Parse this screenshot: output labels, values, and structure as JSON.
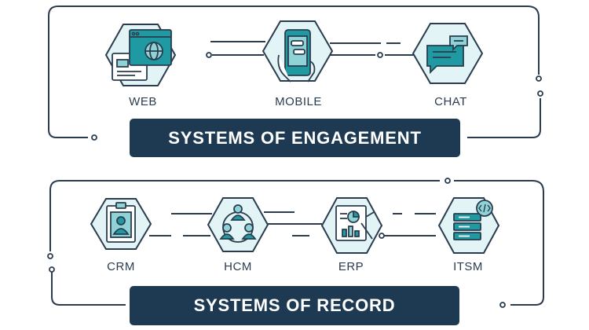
{
  "colors": {
    "navy": "#1e3a52",
    "teal": "#1f9aa3",
    "light_teal": "#8fd3d6",
    "pale_teal": "#e2f4f5",
    "line": "#2a3c4e"
  },
  "engagement": {
    "title": "SYSTEMS OF ENGAGEMENT",
    "items": [
      {
        "label": "WEB",
        "icon": "browser-globe-icon"
      },
      {
        "label": "MOBILE",
        "icon": "smartphone-in-hand-icon"
      },
      {
        "label": "CHAT",
        "icon": "chat-bubble-icon"
      }
    ]
  },
  "record": {
    "title": "SYSTEMS OF RECORD",
    "items": [
      {
        "label": "CRM",
        "icon": "clipboard-contact-icon"
      },
      {
        "label": "HCM",
        "icon": "people-network-icon"
      },
      {
        "label": "ERP",
        "icon": "report-charts-icon"
      },
      {
        "label": "ITSM",
        "icon": "server-code-icon"
      }
    ]
  }
}
